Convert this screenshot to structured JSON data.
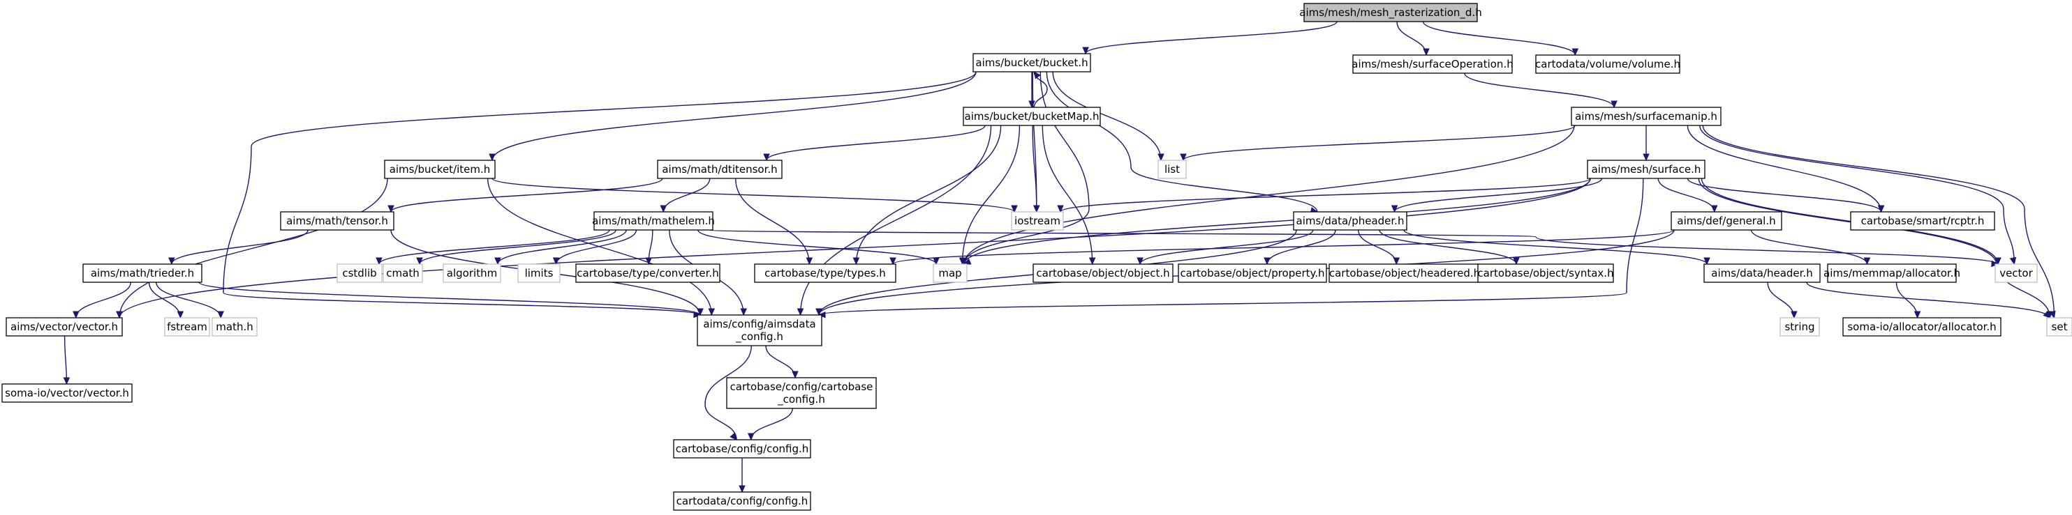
{
  "colors": {
    "edge": "#191970",
    "node_border": "#000000",
    "node_fill": "#ffffff",
    "root_fill": "#bfbfbf",
    "system_border": "#bfbfbf",
    "system_text": "#8c8c8c"
  },
  "nodes": [
    {
      "id": "root",
      "lines": [
        "aims/mesh/mesh_rasterization_d.h"
      ],
      "kind": "root"
    },
    {
      "id": "bucket",
      "lines": [
        "aims/bucket/bucket.h"
      ],
      "kind": "file"
    },
    {
      "id": "surfaceOperation",
      "lines": [
        "aims/mesh/surfaceOperation.h"
      ],
      "kind": "file"
    },
    {
      "id": "volume",
      "lines": [
        "cartodata/volume/volume.h"
      ],
      "kind": "file"
    },
    {
      "id": "bucketMap",
      "lines": [
        "aims/bucket/bucketMap.h"
      ],
      "kind": "file"
    },
    {
      "id": "surfacemanip",
      "lines": [
        "aims/mesh/surfacemanip.h"
      ],
      "kind": "file"
    },
    {
      "id": "item",
      "lines": [
        "aims/bucket/item.h"
      ],
      "kind": "file"
    },
    {
      "id": "dtitensor",
      "lines": [
        "aims/math/dtitensor.h"
      ],
      "kind": "file"
    },
    {
      "id": "list",
      "lines": [
        "list"
      ],
      "kind": "system"
    },
    {
      "id": "surface",
      "lines": [
        "aims/mesh/surface.h"
      ],
      "kind": "file"
    },
    {
      "id": "tensor",
      "lines": [
        "aims/math/tensor.h"
      ],
      "kind": "file"
    },
    {
      "id": "mathelem",
      "lines": [
        "aims/math/mathelem.h"
      ],
      "kind": "file"
    },
    {
      "id": "iostream",
      "lines": [
        "iostream"
      ],
      "kind": "system"
    },
    {
      "id": "pheader",
      "lines": [
        "aims/data/pheader.h"
      ],
      "kind": "file"
    },
    {
      "id": "general",
      "lines": [
        "aims/def/general.h"
      ],
      "kind": "file"
    },
    {
      "id": "rcptr",
      "lines": [
        "cartobase/smart/rcptr.h"
      ],
      "kind": "file"
    },
    {
      "id": "trieder",
      "lines": [
        "aims/math/trieder.h"
      ],
      "kind": "file"
    },
    {
      "id": "cstdlib",
      "lines": [
        "cstdlib"
      ],
      "kind": "system"
    },
    {
      "id": "cmath",
      "lines": [
        "cmath"
      ],
      "kind": "system"
    },
    {
      "id": "algorithm",
      "lines": [
        "algorithm"
      ],
      "kind": "system"
    },
    {
      "id": "limits",
      "lines": [
        "limits"
      ],
      "kind": "system"
    },
    {
      "id": "converter",
      "lines": [
        "cartobase/type/converter.h"
      ],
      "kind": "file"
    },
    {
      "id": "types",
      "lines": [
        "cartobase/type/types.h"
      ],
      "kind": "file"
    },
    {
      "id": "map",
      "lines": [
        "map"
      ],
      "kind": "system"
    },
    {
      "id": "object",
      "lines": [
        "cartobase/object/object.h"
      ],
      "kind": "file"
    },
    {
      "id": "property",
      "lines": [
        "cartobase/object/property.h"
      ],
      "kind": "file"
    },
    {
      "id": "headered",
      "lines": [
        "cartobase/object/headered.h"
      ],
      "kind": "file"
    },
    {
      "id": "syntax",
      "lines": [
        "cartobase/object/syntax.h"
      ],
      "kind": "file"
    },
    {
      "id": "header",
      "lines": [
        "aims/data/header.h"
      ],
      "kind": "file"
    },
    {
      "id": "allocator",
      "lines": [
        "aims/memmap/allocator.h"
      ],
      "kind": "file"
    },
    {
      "id": "vector",
      "lines": [
        "vector"
      ],
      "kind": "system"
    },
    {
      "id": "set",
      "lines": [
        "set"
      ],
      "kind": "system"
    },
    {
      "id": "aimsvector",
      "lines": [
        "aims/vector/vector.h"
      ],
      "kind": "file"
    },
    {
      "id": "fstream",
      "lines": [
        "fstream"
      ],
      "kind": "system"
    },
    {
      "id": "mathh",
      "lines": [
        "math.h"
      ],
      "kind": "system"
    },
    {
      "id": "aimsdata_config",
      "lines": [
        "aims/config/aimsdata",
        "_config.h"
      ],
      "kind": "file"
    },
    {
      "id": "string",
      "lines": [
        "string"
      ],
      "kind": "system"
    },
    {
      "id": "soma_allocator",
      "lines": [
        "soma-io/allocator/allocator.h"
      ],
      "kind": "file"
    },
    {
      "id": "soma_vector",
      "lines": [
        "soma-io/vector/vector.h"
      ],
      "kind": "file"
    },
    {
      "id": "cartobase_config",
      "lines": [
        "cartobase/config/cartobase",
        "_config.h"
      ],
      "kind": "file"
    },
    {
      "id": "cartobase_configh",
      "lines": [
        "cartobase/config/config.h"
      ],
      "kind": "file"
    },
    {
      "id": "cartodata_config",
      "lines": [
        "cartodata/config/config.h"
      ],
      "kind": "file"
    }
  ],
  "edges": [
    [
      "root",
      "bucket"
    ],
    [
      "root",
      "surfaceOperation"
    ],
    [
      "root",
      "volume"
    ],
    [
      "bucket",
      "bucketMap"
    ],
    [
      "bucket",
      "item"
    ],
    [
      "bucket",
      "list"
    ],
    [
      "bucket",
      "iostream"
    ],
    [
      "bucket",
      "pheader"
    ],
    [
      "bucket",
      "map"
    ],
    [
      "bucket",
      "aimsdata_config"
    ],
    [
      "bucketMap",
      "bucket"
    ],
    [
      "bucketMap",
      "dtitensor"
    ],
    [
      "bucketMap",
      "iostream"
    ],
    [
      "bucketMap",
      "types"
    ],
    [
      "bucketMap",
      "map"
    ],
    [
      "bucketMap",
      "object"
    ],
    [
      "bucketMap",
      "aimsdata_config"
    ],
    [
      "surfaceOperation",
      "surfacemanip"
    ],
    [
      "surfacemanip",
      "list"
    ],
    [
      "surfacemanip",
      "surface"
    ],
    [
      "surfacemanip",
      "map"
    ],
    [
      "surfacemanip",
      "rcptr"
    ],
    [
      "surfacemanip",
      "vector"
    ],
    [
      "surfacemanip",
      "set"
    ],
    [
      "item",
      "iostream"
    ],
    [
      "item",
      "aimsvector"
    ],
    [
      "item",
      "aimsdata_config"
    ],
    [
      "dtitensor",
      "tensor"
    ],
    [
      "dtitensor",
      "mathelem"
    ],
    [
      "dtitensor",
      "types"
    ],
    [
      "tensor",
      "trieder"
    ],
    [
      "tensor",
      "aimsdata_config"
    ],
    [
      "mathelem",
      "cstdlib"
    ],
    [
      "mathelem",
      "cmath"
    ],
    [
      "mathelem",
      "algorithm"
    ],
    [
      "mathelem",
      "limits"
    ],
    [
      "mathelem",
      "converter"
    ],
    [
      "mathelem",
      "map"
    ],
    [
      "mathelem",
      "vector"
    ],
    [
      "mathelem",
      "aimsdata_config"
    ],
    [
      "trieder",
      "aimsvector"
    ],
    [
      "trieder",
      "fstream"
    ],
    [
      "trieder",
      "mathh"
    ],
    [
      "trieder",
      "aimsdata_config"
    ],
    [
      "surface",
      "iostream"
    ],
    [
      "surface",
      "pheader"
    ],
    [
      "surface",
      "general"
    ],
    [
      "surface",
      "rcptr"
    ],
    [
      "surface",
      "map"
    ],
    [
      "surface",
      "vector"
    ],
    [
      "surface",
      "set"
    ],
    [
      "surface",
      "aimsvector"
    ],
    [
      "surface",
      "aimsdata_config"
    ],
    [
      "pheader",
      "header"
    ],
    [
      "pheader",
      "object"
    ],
    [
      "pheader",
      "property"
    ],
    [
      "pheader",
      "headered"
    ],
    [
      "pheader",
      "syntax"
    ],
    [
      "pheader",
      "aimsdata_config"
    ],
    [
      "general",
      "types"
    ],
    [
      "general",
      "allocator"
    ],
    [
      "general",
      "aimsdata_config"
    ],
    [
      "header",
      "string"
    ],
    [
      "header",
      "set"
    ],
    [
      "allocator",
      "soma_allocator"
    ],
    [
      "aimsvector",
      "soma_vector"
    ],
    [
      "aimsdata_config",
      "cartobase_config"
    ],
    [
      "aimsdata_config",
      "cartobase_configh"
    ],
    [
      "cartobase_config",
      "cartobase_configh"
    ],
    [
      "cartobase_configh",
      "cartodata_config"
    ]
  ]
}
